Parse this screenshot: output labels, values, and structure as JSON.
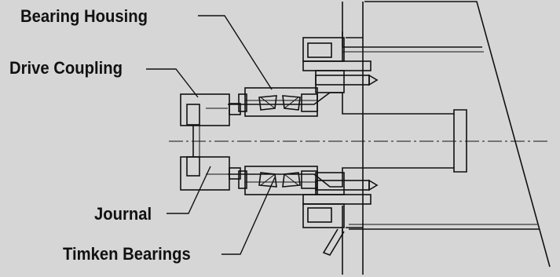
{
  "labels": {
    "bearing_housing": "Bearing Housing",
    "drive_coupling": "Drive Coupling",
    "journal": "Journal",
    "timken_bearings": "Timken Bearings"
  },
  "colors": {
    "background": "#d6d6d6",
    "line": "#111111",
    "part_fill": "#dcdcdc"
  }
}
